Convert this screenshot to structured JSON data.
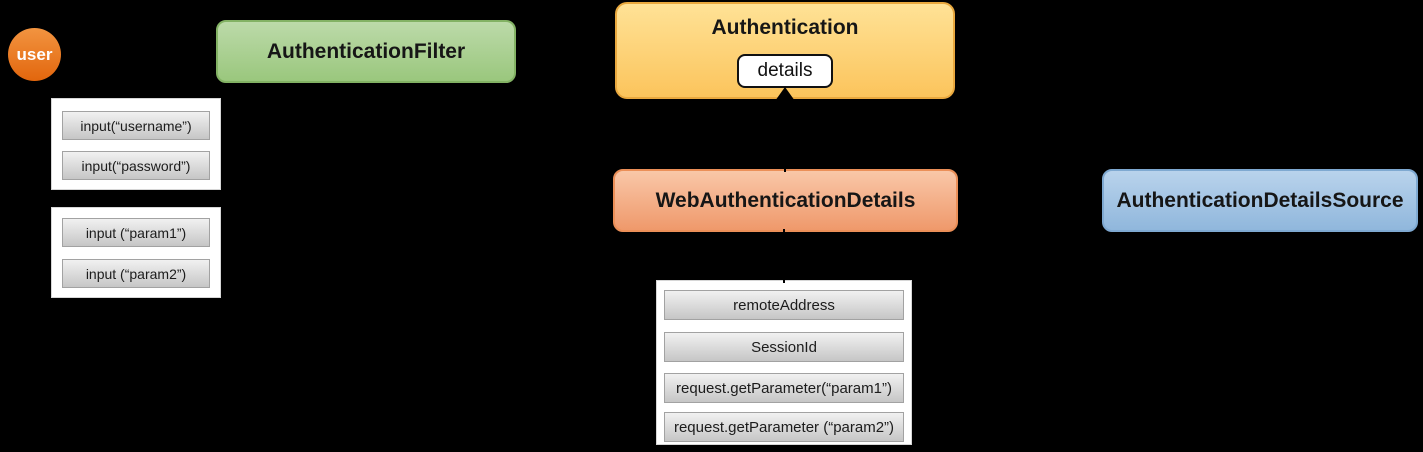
{
  "user_badge": {
    "label": "user"
  },
  "boxes": {
    "authentication_filter": {
      "label": "AuthenticationFilter"
    },
    "authentication": {
      "label": "Authentication",
      "details_label": "details"
    },
    "web_authentication_details": {
      "label": "WebAuthenticationDetails"
    },
    "authentication_details_source": {
      "label": "AuthenticationDetailsSource"
    }
  },
  "credential_inputs": {
    "items": [
      "input(“username”)",
      "input(“password”)"
    ]
  },
  "param_inputs": {
    "items": [
      "input (“param1”)",
      "input (“param2”)"
    ]
  },
  "web_details_fields": {
    "items": [
      "remoteAddress",
      "SessionId",
      "request.getParameter(“param1”)",
      "request.getParameter (“param2”)"
    ]
  },
  "colors": {
    "background": "#000000",
    "user_orange": "#ed7d31",
    "filter_green": "#a9d18e",
    "authentication_yellow": "#fbc45c",
    "web_details_salmon": "#f4b183",
    "details_source_blue": "#9dc3e6",
    "list_item_gray": "#d9d9d9"
  }
}
